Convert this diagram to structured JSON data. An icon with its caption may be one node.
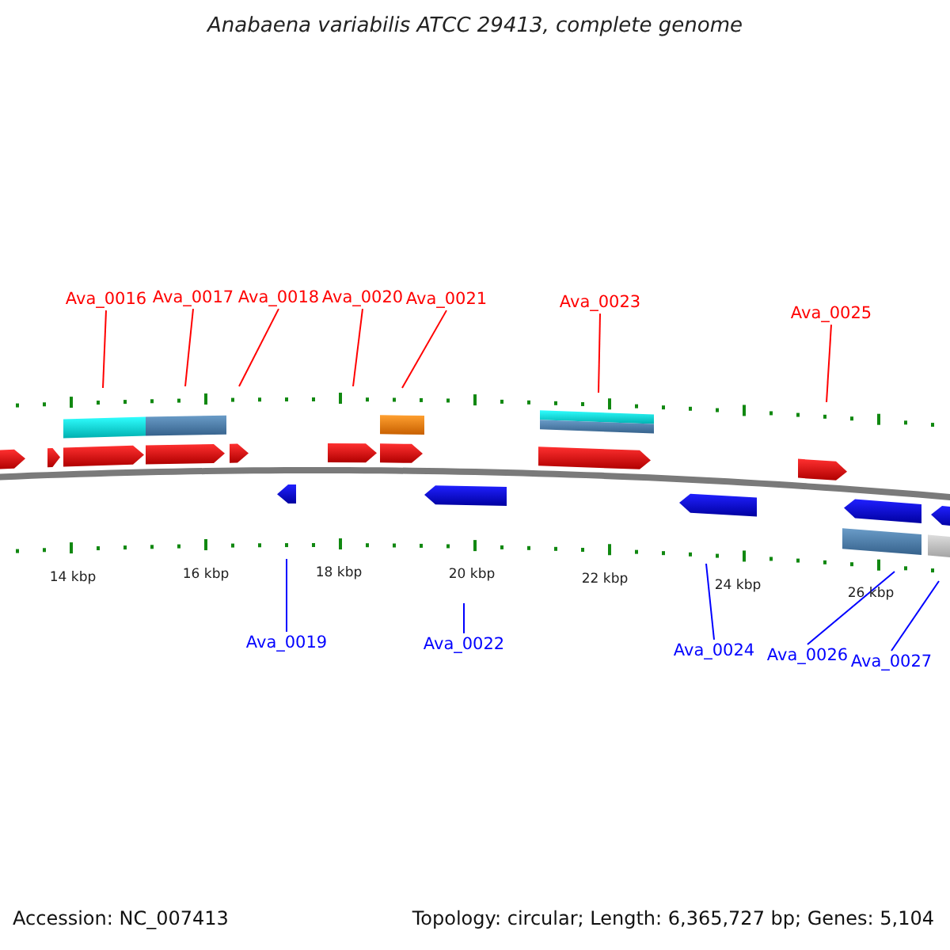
{
  "diagram": {
    "title": "Anabaena variabilis ATCC 29413, complete genome",
    "nodes": [
      {
        "text": [
          "Ava_0016"
        ]
      },
      {
        "text": [
          "Ava_0017"
        ]
      },
      {
        "text": [
          "Ava_0018"
        ]
      },
      {
        "text": [
          "Ava_0020"
        ]
      },
      {
        "text": [
          "Ava_0021"
        ]
      },
      {
        "text": [
          "Ava_0023"
        ]
      },
      {
        "text": [
          "Ava_0025"
        ]
      },
      {
        "text": [
          "Ava_0019"
        ]
      },
      {
        "text": [
          "Ava_0022"
        ]
      },
      {
        "text": [
          "Ava_0024"
        ]
      },
      {
        "text": [
          "Ava_0026"
        ]
      },
      {
        "text": [
          "Ava_0027"
        ]
      }
    ],
    "edges": [
      {
        "from": 0,
        "to": null,
        "arrow": "none"
      },
      {
        "from": 1,
        "to": null,
        "arrow": "none"
      },
      {
        "from": 2,
        "to": null,
        "arrow": "none"
      },
      {
        "from": 3,
        "to": null,
        "arrow": "none"
      },
      {
        "from": 4,
        "to": null,
        "arrow": "none"
      },
      {
        "from": 5,
        "to": null,
        "arrow": "none"
      },
      {
        "from": 6,
        "to": null,
        "arrow": "none"
      },
      {
        "from": 7,
        "to": null,
        "arrow": "none",
        "color": "#0000ff"
      },
      {
        "from": 8,
        "to": null,
        "arrow": "none",
        "color": "#0000ff"
      },
      {
        "from": 9,
        "to": null,
        "arrow": "none",
        "color": "#0000ff"
      },
      {
        "from": 10,
        "to": null,
        "arrow": "none",
        "color": "#0000ff"
      },
      {
        "from": 11,
        "to": null,
        "arrow": "none",
        "color": "#0000ff"
      }
    ],
    "labels": [
      "14 kbp",
      "16 kbp",
      "18 kbp",
      "20 kbp",
      "22 kbp",
      "24 kbp",
      "26 kbp",
      "Accession: NC_007413",
      "Topology: circular; Length: 6,365,727 bp; Genes: 5,104"
    ]
  }
}
